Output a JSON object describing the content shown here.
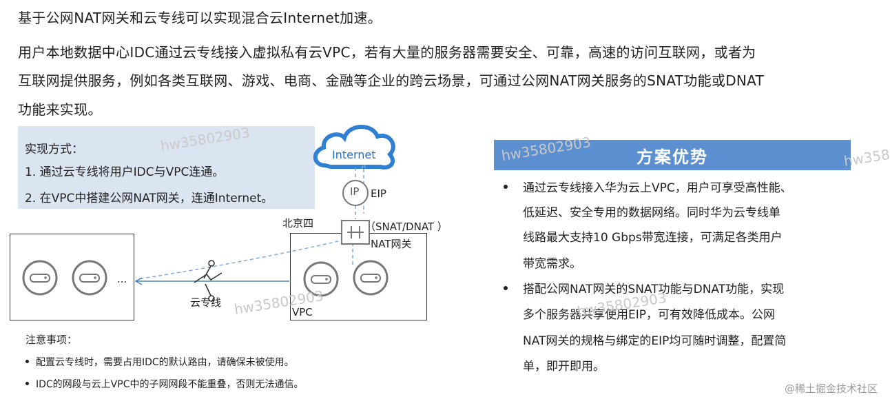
{
  "intro": {
    "title": "基于公网NAT网关和云专线可以实现混合云Internet加速。",
    "lines": [
      "用户本地数据中心IDC通过云专线接入虚拟私有云VPC，若有大量的服务器需要安全、可靠，高速的访问互联网，或者为",
      "互联网提供服务，例如各类互联网、游戏、电商、金融等企业的跨云场景，可通过公网NAT网关服务的SNAT功能或DNAT",
      "功能来实现。"
    ]
  },
  "method": {
    "title": "实现方式：",
    "steps": [
      "1. 通过云专线将用户IDC与VPC连通。",
      "2. 在VPC中搭建公网NAT网关，连通Internet。"
    ]
  },
  "diagram": {
    "internet_label": "Internet",
    "ip_label": "IP",
    "eip_label": "EIP",
    "beijing_label": "北京四",
    "snat_dnat_label": "（SNAT/DNAT ）",
    "nat_gateway_label": "NAT网关",
    "direct_connect_label": "云专线",
    "vpc_label": "VPC",
    "ellipsis": "..."
  },
  "notes": {
    "title": "注意事项：",
    "items": [
      "配置云专线时，需要占用IDC的默认路由，请确保未被使用。",
      "IDC的网段与云上VPC中的子网网段不能重叠，否则无法通信。"
    ]
  },
  "advantages": {
    "title": "方案优势",
    "item1_lines": [
      "通过云专线接入华为云上VPC，用户可享受高性能、",
      "低延迟、安全专用的数据网络。同时华为云专线单",
      "线路最大支持10 Gbps带宽连接，可满足各类用户",
      "带宽需求。"
    ],
    "item2_lines": [
      "搭配公网NAT网关的SNAT功能与DNAT功能，实现",
      "多个服务器共享使用EIP，可有效降低成本。公网",
      "NAT网关的规格与绑定的EIP均可随时调整，配置简",
      "单，即开即用。"
    ]
  },
  "watermarks": {
    "text": "hw35802903",
    "text_cut": "hw358",
    "site": "@稀土掘金技术社区"
  },
  "colors": {
    "method_bg": "#dbe4f1",
    "banner_bg": "#5b8fd0",
    "cloud_blue": "#2f7fd3",
    "dashed_line": "#7fa9d8"
  }
}
